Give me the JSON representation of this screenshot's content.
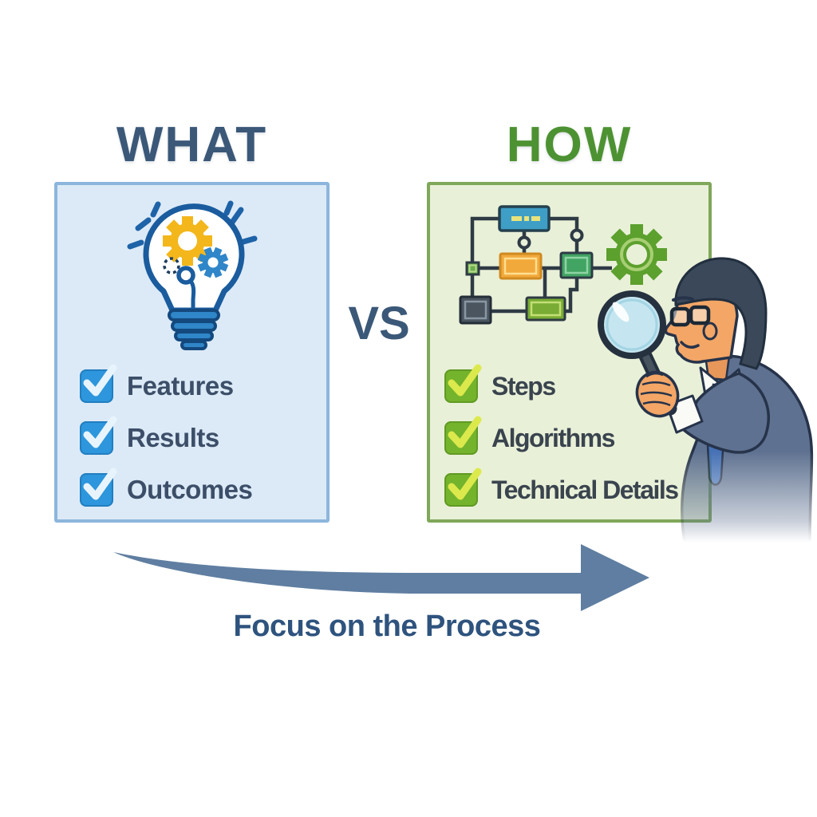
{
  "comparison": {
    "vs_label": "VS",
    "left": {
      "title": "WHAT",
      "items": [
        "Features",
        "Results",
        "Outcomes"
      ],
      "icon": "lightbulb-with-gears-icon",
      "colors": {
        "title": "#3B5878",
        "panel_fill": "#DCEAF7",
        "panel_border": "#8CB6DC",
        "checkbox": "#2D96DC",
        "checkmark": "#E8F4FD",
        "item_text": "#3C4E68"
      }
    },
    "right": {
      "title": "HOW",
      "items": [
        "Steps",
        "Algorithms",
        "Technical Details"
      ],
      "icons": [
        "flowchart-icon",
        "gear-icon",
        "magnifying-glass-icon",
        "analyst-figure"
      ],
      "colors": {
        "title": "#4D9232",
        "panel_fill": "#E9F0D8",
        "panel_border": "#7FA85A",
        "checkbox": "#74B32C",
        "checkmark": "#DCE94C",
        "item_text": "#3A444E"
      }
    }
  },
  "footer": {
    "caption": "Focus on the Process",
    "colors": {
      "arrow": "#5F7EA1",
      "caption": "#2E537E"
    }
  }
}
